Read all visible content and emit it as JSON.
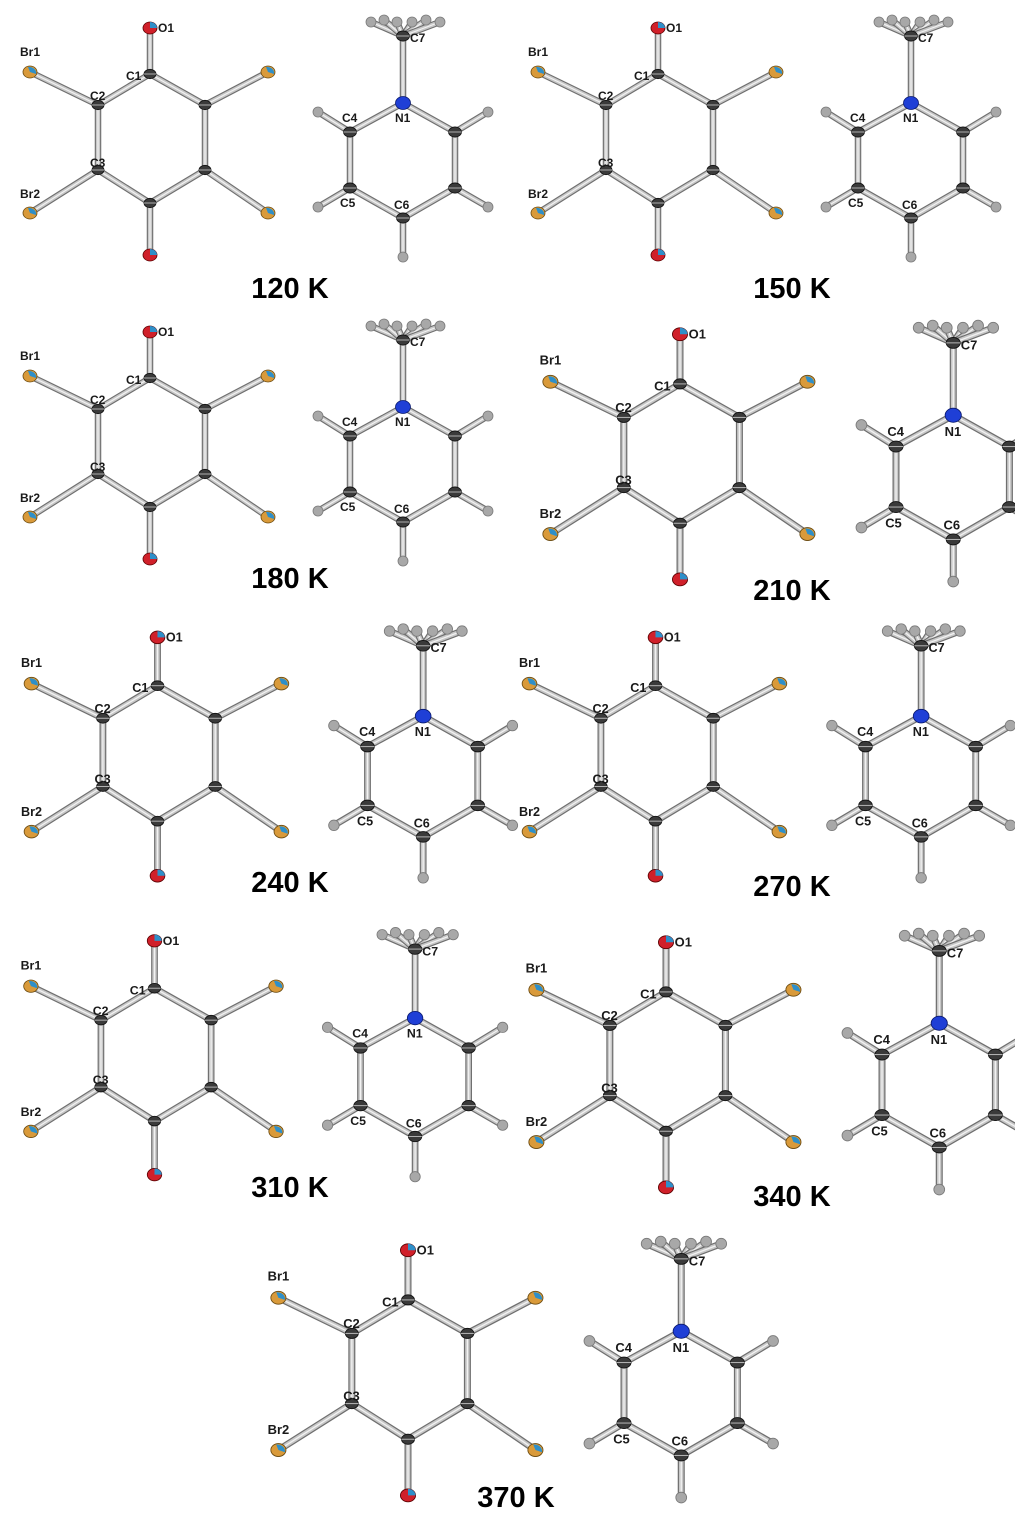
{
  "atom_labels": {
    "O1": "O1",
    "Br1": "Br1",
    "Br2": "Br2",
    "C1": "C1",
    "C2": "C2",
    "C3": "C3",
    "C4": "C4",
    "C5": "C5",
    "C6": "C6",
    "C7": "C7",
    "N1": "N1"
  },
  "panels": [
    {
      "temperature": "120 K"
    },
    {
      "temperature": "150 K"
    },
    {
      "temperature": "180 K"
    },
    {
      "temperature": "210 K"
    },
    {
      "temperature": "240 K"
    },
    {
      "temperature": "270 K"
    },
    {
      "temperature": "310 K"
    },
    {
      "temperature": "340 K"
    },
    {
      "temperature": "370 K"
    }
  ],
  "colors": {
    "carbon": "#3a3a3a",
    "bond": "#c8c8c8",
    "hydrogen": "#a8a8a8",
    "nitrogen": "#1f3fd6",
    "oxygen": "#d0202a",
    "bromine": "#d99a3a",
    "bromine_inner": "#2e8fc9"
  }
}
